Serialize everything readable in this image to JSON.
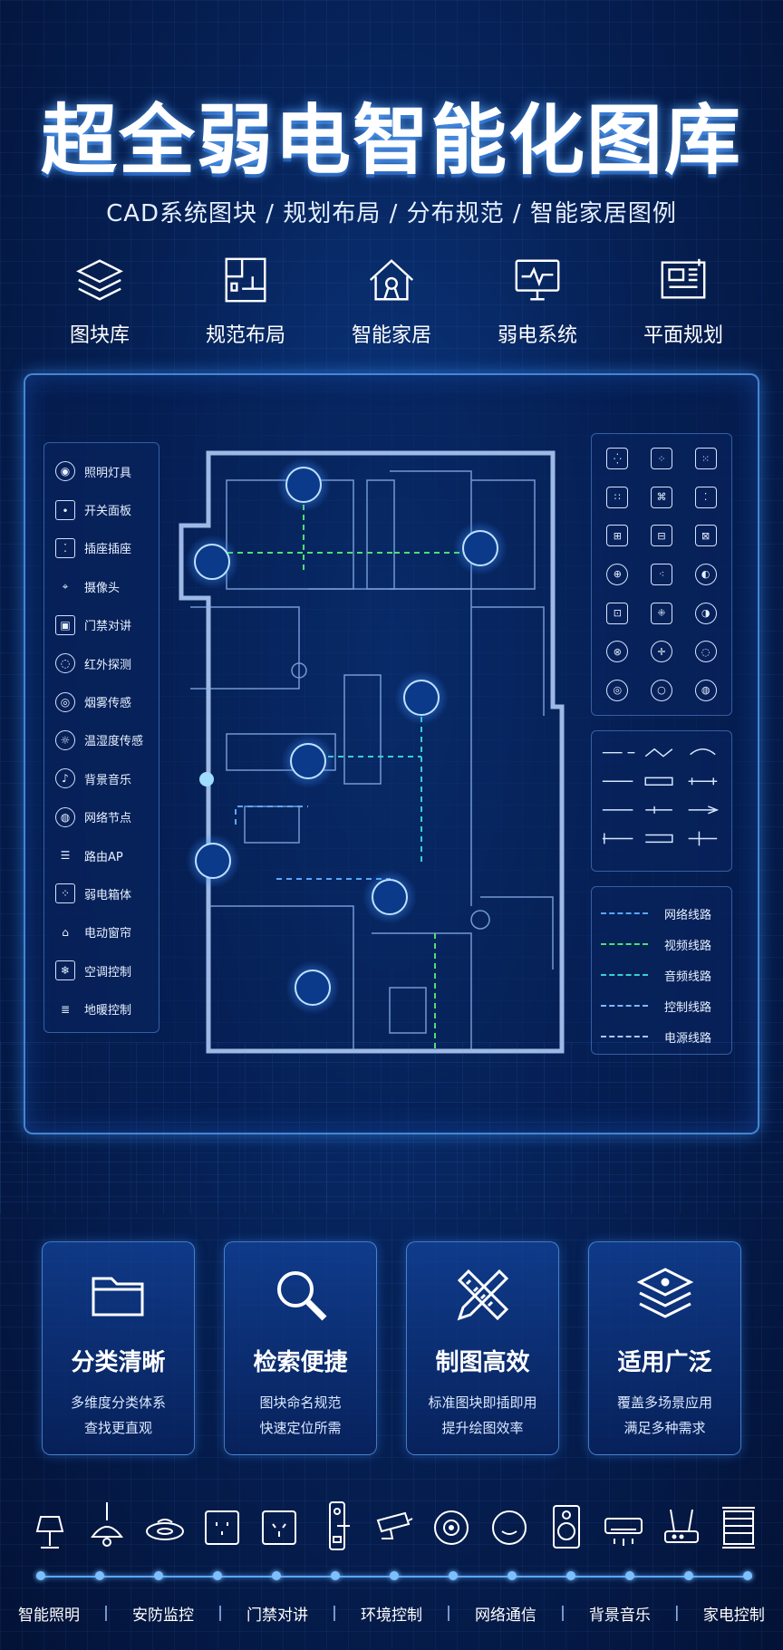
{
  "title": "超全弱电智能化图库",
  "subtitle": "CAD系统图块 / 规划布局 / 分布规范 / 智能家居图例",
  "top_categories": [
    {
      "label": "图块库",
      "icon": "layers-icon"
    },
    {
      "label": "规范布局",
      "icon": "layout-icon"
    },
    {
      "label": "智能家居",
      "icon": "smart-home-icon"
    },
    {
      "label": "弱电系统",
      "icon": "monitor-icon"
    },
    {
      "label": "平面规划",
      "icon": "blueprint-icon"
    }
  ],
  "legend": [
    {
      "label": "照明灯具",
      "icon": "eye-light-icon"
    },
    {
      "label": "开关面板",
      "icon": "switch-icon"
    },
    {
      "label": "插座插座",
      "icon": "socket-icon"
    },
    {
      "label": "摄像头",
      "icon": "camera-icon"
    },
    {
      "label": "门禁对讲",
      "icon": "intercom-icon"
    },
    {
      "label": "红外探测",
      "icon": "infrared-icon"
    },
    {
      "label": "烟雾传感",
      "icon": "smoke-icon"
    },
    {
      "label": "温湿度传感",
      "icon": "humidity-icon"
    },
    {
      "label": "背景音乐",
      "icon": "music-icon"
    },
    {
      "label": "网络节点",
      "icon": "network-icon"
    },
    {
      "label": "路由AP",
      "icon": "router-icon"
    },
    {
      "label": "弱电箱体",
      "icon": "box-icon"
    },
    {
      "label": "电动窗帘",
      "icon": "curtain-icon"
    },
    {
      "label": "空调控制",
      "icon": "ac-icon"
    },
    {
      "label": "地暖控制",
      "icon": "heating-icon"
    }
  ],
  "wire_legend": [
    {
      "label": "网络线路",
      "color": "#5aa7ff"
    },
    {
      "label": "视频线路",
      "color": "#4ee06f"
    },
    {
      "label": "音频线路",
      "color": "#38d0d0"
    },
    {
      "label": "控制线路",
      "color": "#7fb8ff"
    },
    {
      "label": "电源线路",
      "color": "#a8c8ff"
    }
  ],
  "features": [
    {
      "title": "分类清晰",
      "desc1": "多维度分类体系",
      "desc2": "查找更直观",
      "icon": "folder-icon"
    },
    {
      "title": "检索便捷",
      "desc1": "图块命名规范",
      "desc2": "快速定位所需",
      "icon": "magnifier-icon"
    },
    {
      "title": "制图高效",
      "desc1": "标准图块即插即用",
      "desc2": "提升绘图效率",
      "icon": "ruler-pencil-icon"
    },
    {
      "title": "适用广泛",
      "desc1": "覆盖多场景应用",
      "desc2": "满足多种需求",
      "icon": "stack-icon"
    }
  ],
  "bottom_labels": [
    "智能照明",
    "安防监控",
    "门禁对讲",
    "环境控制",
    "网络通信",
    "背景音乐",
    "家电控制"
  ],
  "colors": {
    "background": "#062258",
    "accent": "#5aa7ff",
    "glow": "#3c96ff"
  }
}
